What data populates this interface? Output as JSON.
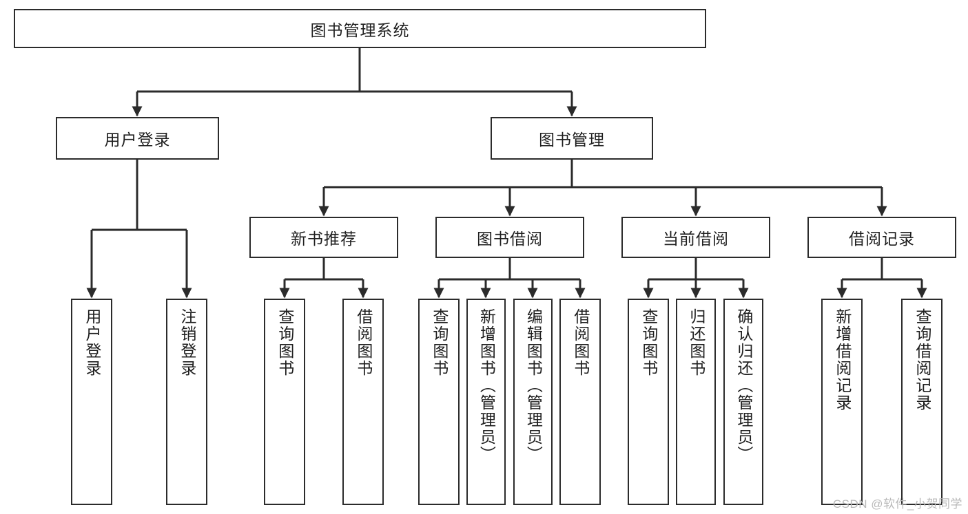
{
  "diagram": {
    "title": "图书管理系统",
    "type": "tree-hierarchy-chart",
    "root": {
      "label": "图书管理系统"
    },
    "level1": [
      {
        "label": "用户登录"
      },
      {
        "label": "图书管理"
      }
    ],
    "level2": [
      {
        "label": "新书推荐"
      },
      {
        "label": "图书借阅"
      },
      {
        "label": "当前借阅"
      },
      {
        "label": "借阅记录"
      }
    ],
    "leaves": {
      "user_login": [
        {
          "label": "用户登录"
        },
        {
          "label": "注销登录"
        }
      ],
      "new_book_recommend": [
        {
          "label": "查询图书"
        },
        {
          "label": "借阅图书"
        }
      ],
      "book_borrow": [
        {
          "label": "查询图书"
        },
        {
          "label": "新增图书（管理员）"
        },
        {
          "label": "编辑图书（管理员）"
        },
        {
          "label": "借阅图书"
        }
      ],
      "current_borrow": [
        {
          "label": "查询图书"
        },
        {
          "label": "归还图书"
        },
        {
          "label": "确认归还（管理员）"
        }
      ],
      "borrow_record": [
        {
          "label": "新增借阅记录"
        },
        {
          "label": "查询借阅记录"
        }
      ]
    }
  },
  "watermark": {
    "text": "CSDN @软件_小贺同学"
  },
  "colors": {
    "stroke": "#2b2b2b",
    "background": "#ffffff",
    "text": "#1f1f1f",
    "watermark": "#b9b9b9"
  }
}
